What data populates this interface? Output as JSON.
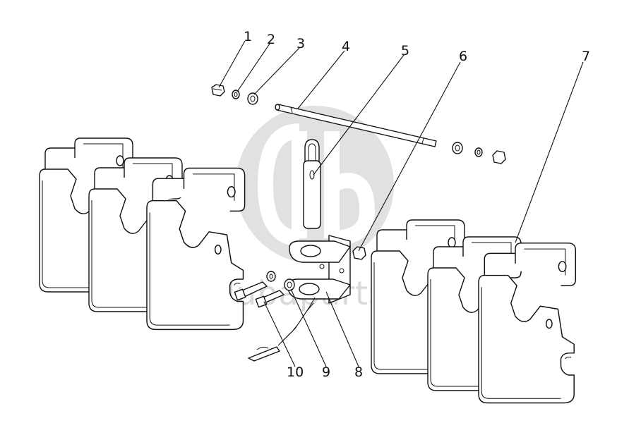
{
  "watermark": {
    "text": "dubaparts",
    "color": "#d9d9d9"
  },
  "callouts": [
    {
      "id": 1,
      "label": "1"
    },
    {
      "id": 2,
      "label": "2"
    },
    {
      "id": 3,
      "label": "3"
    },
    {
      "id": 4,
      "label": "4"
    },
    {
      "id": 5,
      "label": "5"
    },
    {
      "id": 6,
      "label": "6"
    },
    {
      "id": 7,
      "label": "7"
    },
    {
      "id": 8,
      "label": "8"
    },
    {
      "id": 9,
      "label": "9"
    },
    {
      "id": 10,
      "label": "10"
    }
  ]
}
